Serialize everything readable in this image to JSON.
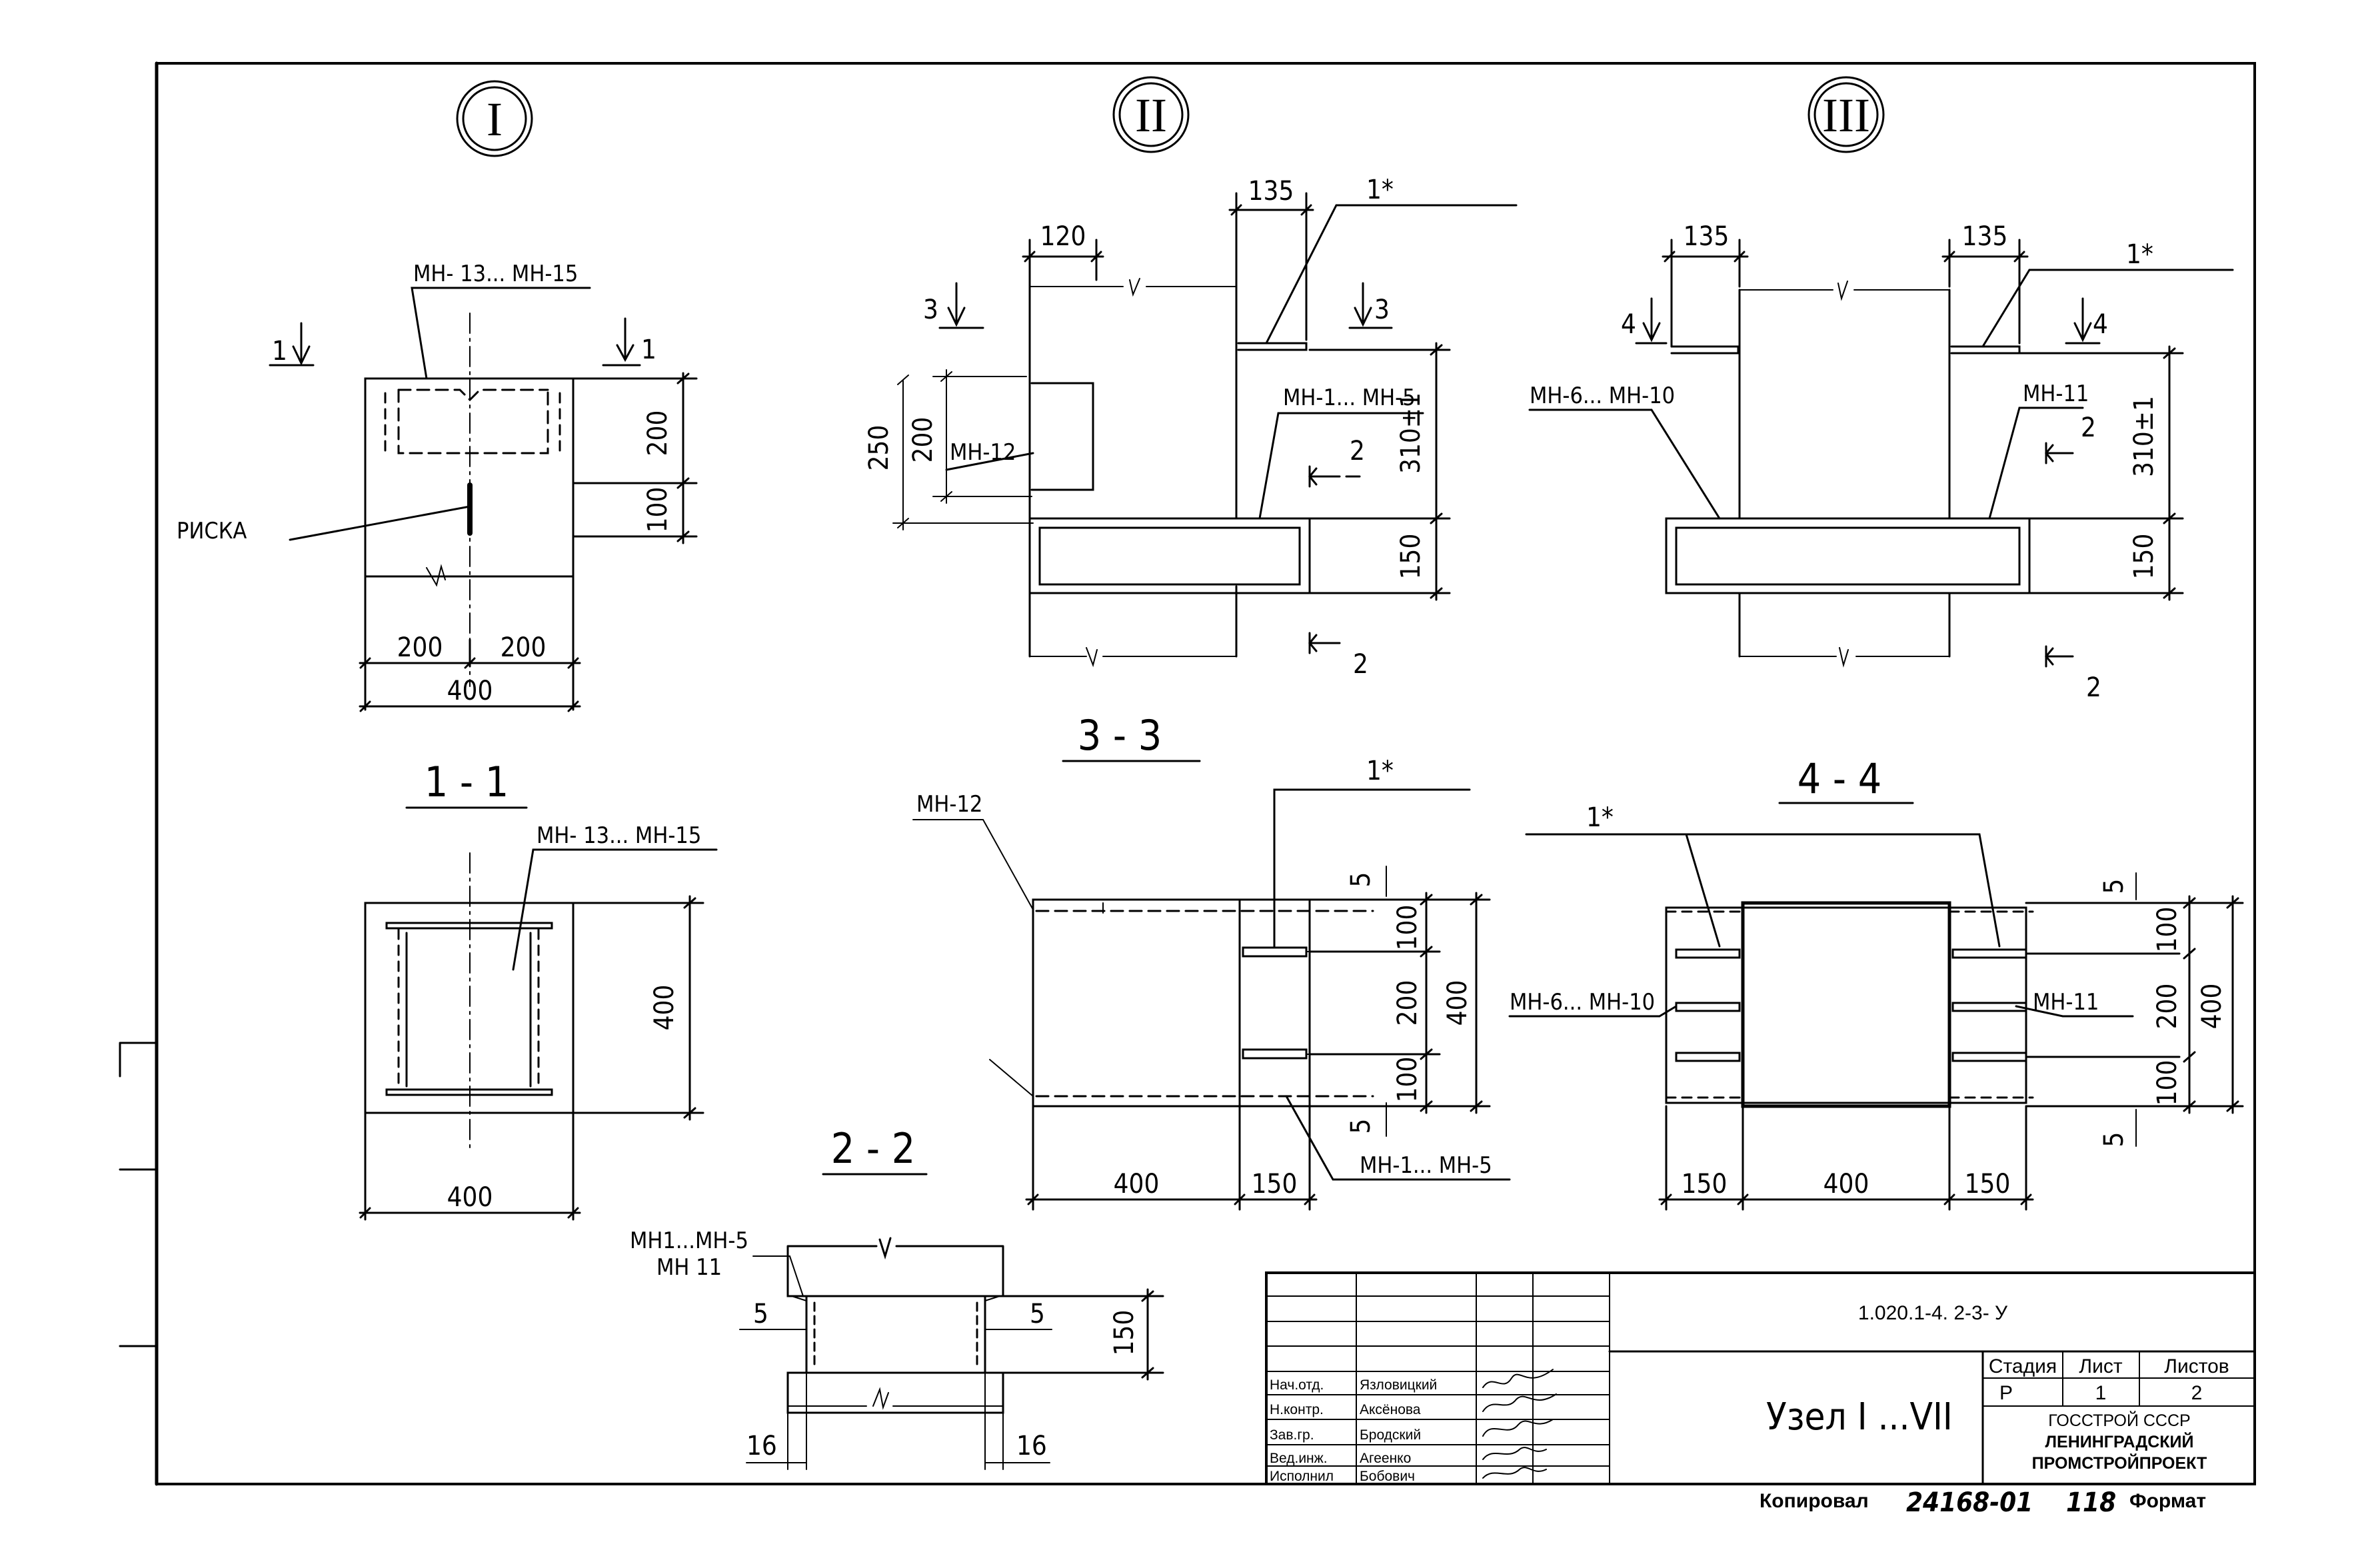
{
  "nodes": {
    "roman": [
      "I",
      "II",
      "III"
    ]
  },
  "labels": {
    "mn13_15": "МН- 13... МН-15",
    "riska": "РИСКА",
    "mn12": "МН-12",
    "mn1_5": "МН-1... МН-5",
    "mn6_10": "МН-6... МН-10",
    "mn11": "МН-11",
    "one_star": "1*",
    "mn1_5_b": "МН1...МН-5",
    "mn11_b": "МН 11"
  },
  "sections": {
    "s1": "1 - 1",
    "s2": "2 - 2",
    "s3": "3 - 3",
    "s4": "4 - 4"
  },
  "cut_marks": {
    "c1": "1",
    "c2": "2",
    "c3": "3",
    "c4": "4"
  },
  "dimensions": {
    "d400": "400",
    "d200": "200",
    "d100": "100",
    "d150": "150",
    "d120": "120",
    "d135": "135",
    "d250": "250",
    "d310": "310±1",
    "d5": "5",
    "d16": "16"
  },
  "title_block": {
    "drawing_code": "1.020.1-4. 2-3- У",
    "title": "Узел I ...VII",
    "stage_header": "Стадия",
    "sheet_header": "Лист",
    "sheets_header": "Листов",
    "stage": "Р",
    "sheet": "1",
    "sheets": "2",
    "org1": "ГОССТРОЙ СССР",
    "org2": "ЛЕНИНГРАДСКИЙ",
    "org3": "ПРОМСТРОЙПРОЕКТ",
    "roles": [
      "Нач.отд.",
      "Н.контр.",
      "Зав.гр.",
      "Вед.инж.",
      "Исполнил"
    ],
    "names": [
      "Язловицкий",
      "Аксёнова",
      "Бродский",
      "Агеенко",
      "Бобович"
    ]
  },
  "footer": {
    "copied": "Копировал",
    "number": "24168-01",
    "page": "118",
    "format": "Формат"
  }
}
